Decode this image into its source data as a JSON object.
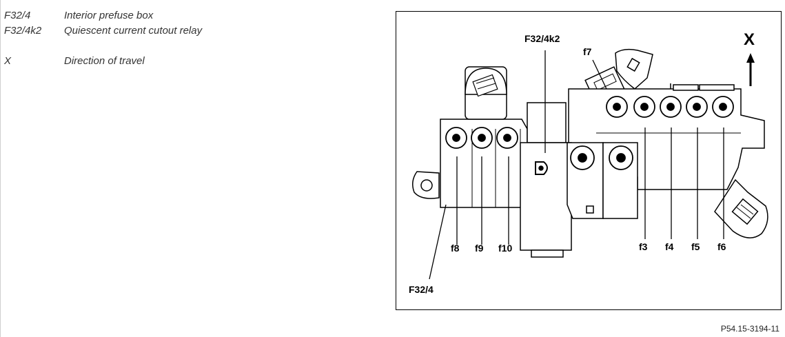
{
  "legend": [
    {
      "code": "F32/4",
      "description": "Interior prefuse box"
    },
    {
      "code": "F32/4k2",
      "description": "Quiescent current cutout relay"
    },
    {
      "code": "X",
      "description": "Direction of travel"
    }
  ],
  "diagram": {
    "labels": {
      "relay": "F32/4k2",
      "f7": "f7",
      "direction": "X",
      "f8": "f8",
      "f9": "f9",
      "f10": "f10",
      "f3": "f3",
      "f4": "f4",
      "f5": "f5",
      "f6": "f6",
      "box": "F32/4"
    }
  },
  "figure_id": "P54.15-3194-11"
}
